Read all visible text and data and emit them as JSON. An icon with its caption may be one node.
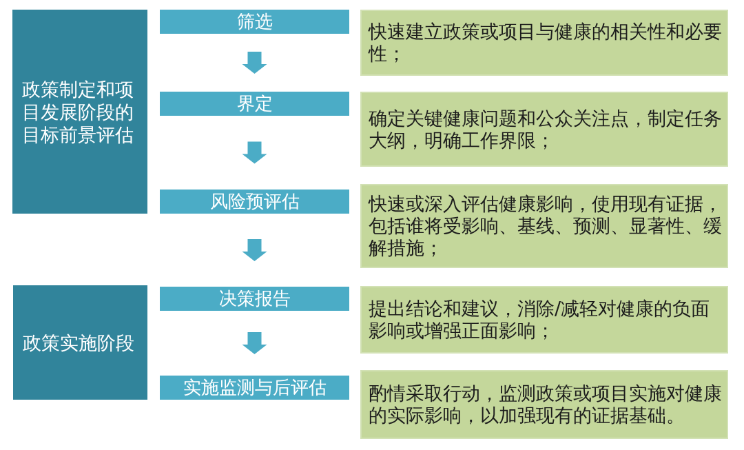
{
  "diagram": {
    "nodes": [
      {
        "text": [
          "政策制定和项目发展阶段的目标前景评估"
        ]
      },
      {
        "text": [
          "政策实施阶段"
        ]
      },
      {
        "text": [
          "筛选"
        ]
      },
      {
        "text": [
          "界定"
        ]
      },
      {
        "text": [
          "风险预评估"
        ]
      },
      {
        "text": [
          "决策报告"
        ]
      },
      {
        "text": [
          "实施监测与后评估"
        ]
      },
      {
        "text": [
          "快速建立政策或项目与健康的相关性和必要性；"
        ]
      },
      {
        "text": [
          "确定关键健康问题和公众关注点，制定任务大纲，明确工作界限；"
        ]
      },
      {
        "text": [
          "快速或深入评估健康影响，使用现有证据，包括谁将受影响、基线、预测、显著性、缓解措施；"
        ]
      },
      {
        "text": [
          "提出结论和建议，消除/减轻对健康的负面影响或增强正面影响；"
        ]
      },
      {
        "text": [
          "酌情采取行动，监测政策或项目实施对健康的实际影响，以加强现有的证据基础。"
        ]
      }
    ],
    "edges": [
      {
        "from": 2,
        "to": 3,
        "arrow": "to"
      },
      {
        "from": 3,
        "to": 4,
        "arrow": "to"
      },
      {
        "from": 4,
        "to": 5,
        "arrow": "to"
      },
      {
        "from": 5,
        "to": 6,
        "arrow": "to"
      }
    ]
  }
}
